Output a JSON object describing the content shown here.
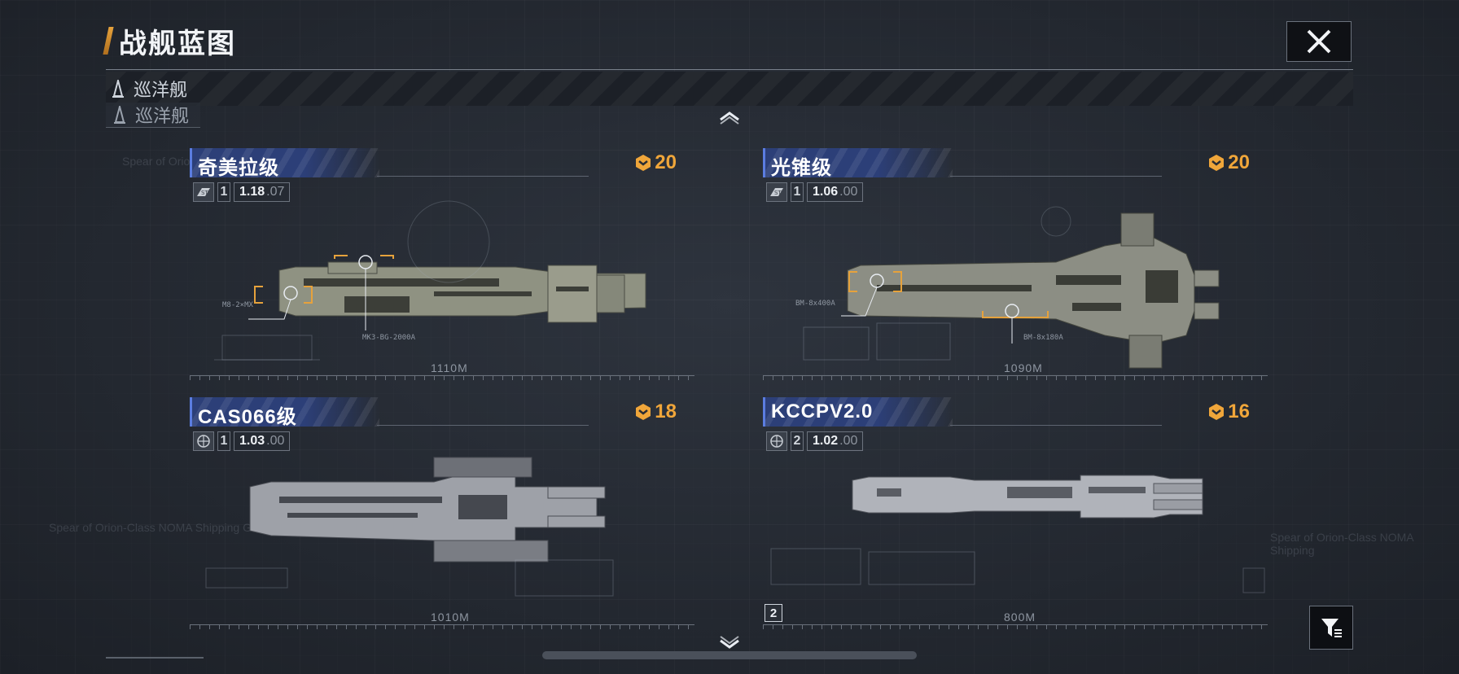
{
  "header": {
    "title": "战舰蓝图",
    "close_icon": "close-icon"
  },
  "tabs": {
    "active_label": "巡洋舰",
    "ghost_label": "巡洋舰",
    "icon": "cruiser-class-icon"
  },
  "ships": [
    {
      "name": "奇美拉级",
      "cost": "20",
      "tier": "1",
      "stat_main": "1.18",
      "stat_dec": ".07",
      "length": "1110M",
      "type_icon": "rank-badge-icon"
    },
    {
      "name": "光锥级",
      "cost": "20",
      "tier": "1",
      "stat_main": "1.06",
      "stat_dec": ".00",
      "length": "1090M",
      "type_icon": "rank-badge-icon"
    },
    {
      "name": "CAS066级",
      "cost": "18",
      "tier": "1",
      "stat_main": "1.03",
      "stat_dec": ".00",
      "length": "1010M",
      "type_icon": "globe-icon"
    },
    {
      "name": "KCCPV2.0",
      "cost": "16",
      "tier": "2",
      "stat_main": "1.02",
      "stat_dec": ".00",
      "length": "800M",
      "type_icon": "globe-icon"
    }
  ],
  "annotations": {
    "ship1_a": "M8-2×MX",
    "ship1_b": "MK3-BG-2000A",
    "ship2_a": "BM-8x400A",
    "ship2_b": "BM-8x180A",
    "ship4_tag": "2"
  },
  "colors": {
    "accent": "#f0a63a",
    "namebar": "#2c3f78",
    "background": "#262b34"
  }
}
